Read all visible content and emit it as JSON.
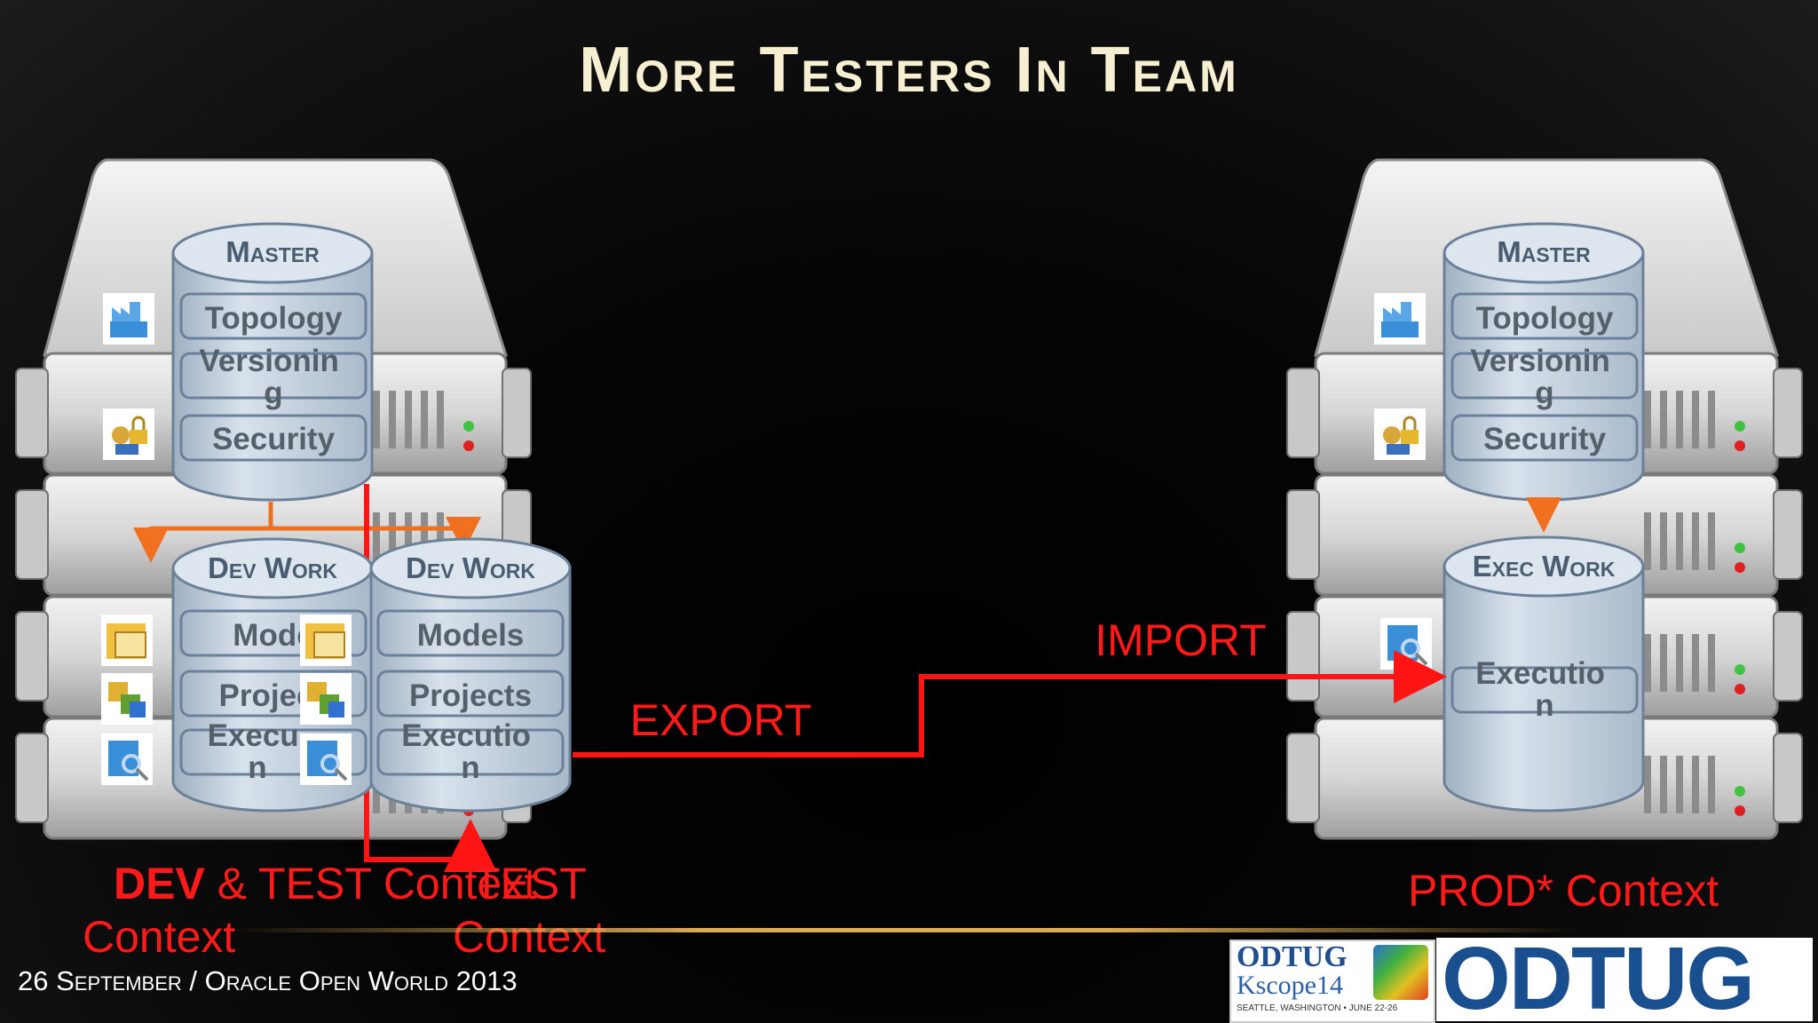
{
  "slide": {
    "title": "More Testers In Team"
  },
  "left_server": {
    "master": {
      "title": "Master",
      "rows": [
        "Topology",
        "Versionin\ng",
        "Security"
      ]
    },
    "dev_work_1": {
      "title": "Dev Work",
      "rows": [
        "Mode",
        "Projec",
        "Execu\nn"
      ]
    },
    "dev_work_2": {
      "title": "Dev Work",
      "rows": [
        "Models",
        "Projects",
        "Executio\nn"
      ]
    }
  },
  "right_server": {
    "master": {
      "title": "Master",
      "rows": [
        "Topology",
        "Versionin\ng",
        "Security"
      ]
    },
    "exec_work": {
      "title": "Exec Work",
      "rows": [
        "Executio\nn"
      ]
    }
  },
  "labels": {
    "export": "EXPORT",
    "import": "IMPORT",
    "dev_context_line1_bold": "DEV",
    "dev_context_line1_rest": " & TEST Context",
    "dev_context_line2": "Context",
    "test_context_line1": "TEST",
    "test_context_line2": "Context",
    "prod_context": "PROD* Context"
  },
  "footer": {
    "text": "26 September / Oracle Open World 2013"
  },
  "logos": {
    "kscope_line1": "ODTUG",
    "kscope_line2": "Kscope14",
    "kscope_line3": "SEATTLE, WASHINGTON • JUNE 22-26",
    "odtug": "ODTUG"
  },
  "colors": {
    "arrow_red": "#ff1414",
    "arrow_orange": "#f07020",
    "title": "#f6efd2",
    "cylinder": "#c4d2e0"
  }
}
